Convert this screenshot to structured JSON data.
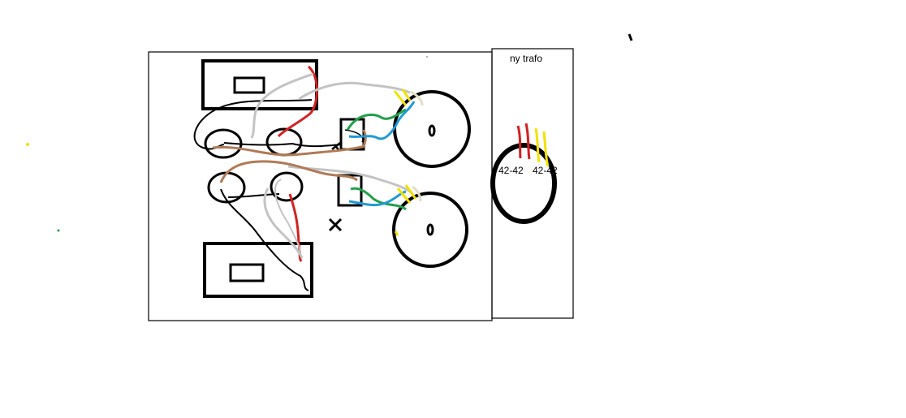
{
  "diagram": {
    "transformer_title": "ny trafo",
    "tap_label_left": "42-42",
    "tap_label_right": "42-42"
  },
  "colors": {
    "outline": "#000000",
    "wire_red": "#d42020",
    "wire_gray": "#c3c3c3",
    "wire_brown": "#b07a55",
    "wire_green": "#22a04a",
    "wire_blue": "#1f9ad6",
    "wire_yellow": "#f2e200",
    "wire_tan": "#e6dcc0"
  }
}
